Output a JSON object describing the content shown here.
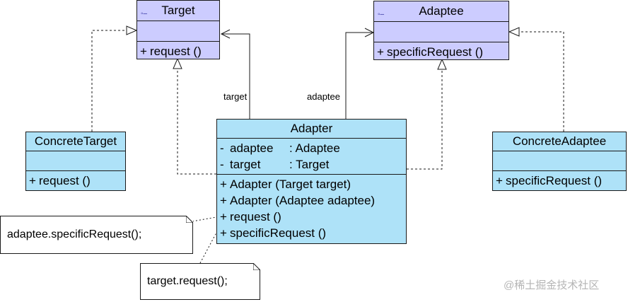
{
  "target": {
    "name": "Target",
    "methods": [
      {
        "vis": "+",
        "text": "request ()"
      }
    ]
  },
  "adaptee": {
    "name": "Adaptee",
    "methods": [
      {
        "vis": "+",
        "text": "specificRequest ()"
      }
    ]
  },
  "concrete_target": {
    "name": "ConcreteTarget",
    "methods": [
      {
        "vis": "+",
        "text": "request ()"
      }
    ]
  },
  "concrete_adaptee": {
    "name": "ConcreteAdaptee",
    "methods": [
      {
        "vis": "+",
        "text": "specificRequest ()"
      }
    ]
  },
  "adapter": {
    "name": "Adapter",
    "attributes": [
      {
        "vis": "-",
        "name": "adaptee",
        "type": ": Adaptee"
      },
      {
        "vis": "-",
        "name": "target",
        "type": ": Target"
      }
    ],
    "methods": [
      {
        "vis": "+",
        "text": "Adapter (Target target)"
      },
      {
        "vis": "+",
        "text": "Adapter (Adaptee adaptee)"
      },
      {
        "vis": "+",
        "text": "request ()"
      },
      {
        "vis": "+",
        "text": "specificRequest ()"
      }
    ]
  },
  "association_labels": {
    "target": "target",
    "adaptee": "adaptee"
  },
  "notes": {
    "adaptee_call": "adaptee.specificRequest();",
    "target_call": "target.request();"
  },
  "watermark": "@稀土掘金技术社区",
  "colors": {
    "interface_fill": "#ccccff",
    "class_fill": "#aee2f8",
    "line": "#1a1a1a"
  }
}
